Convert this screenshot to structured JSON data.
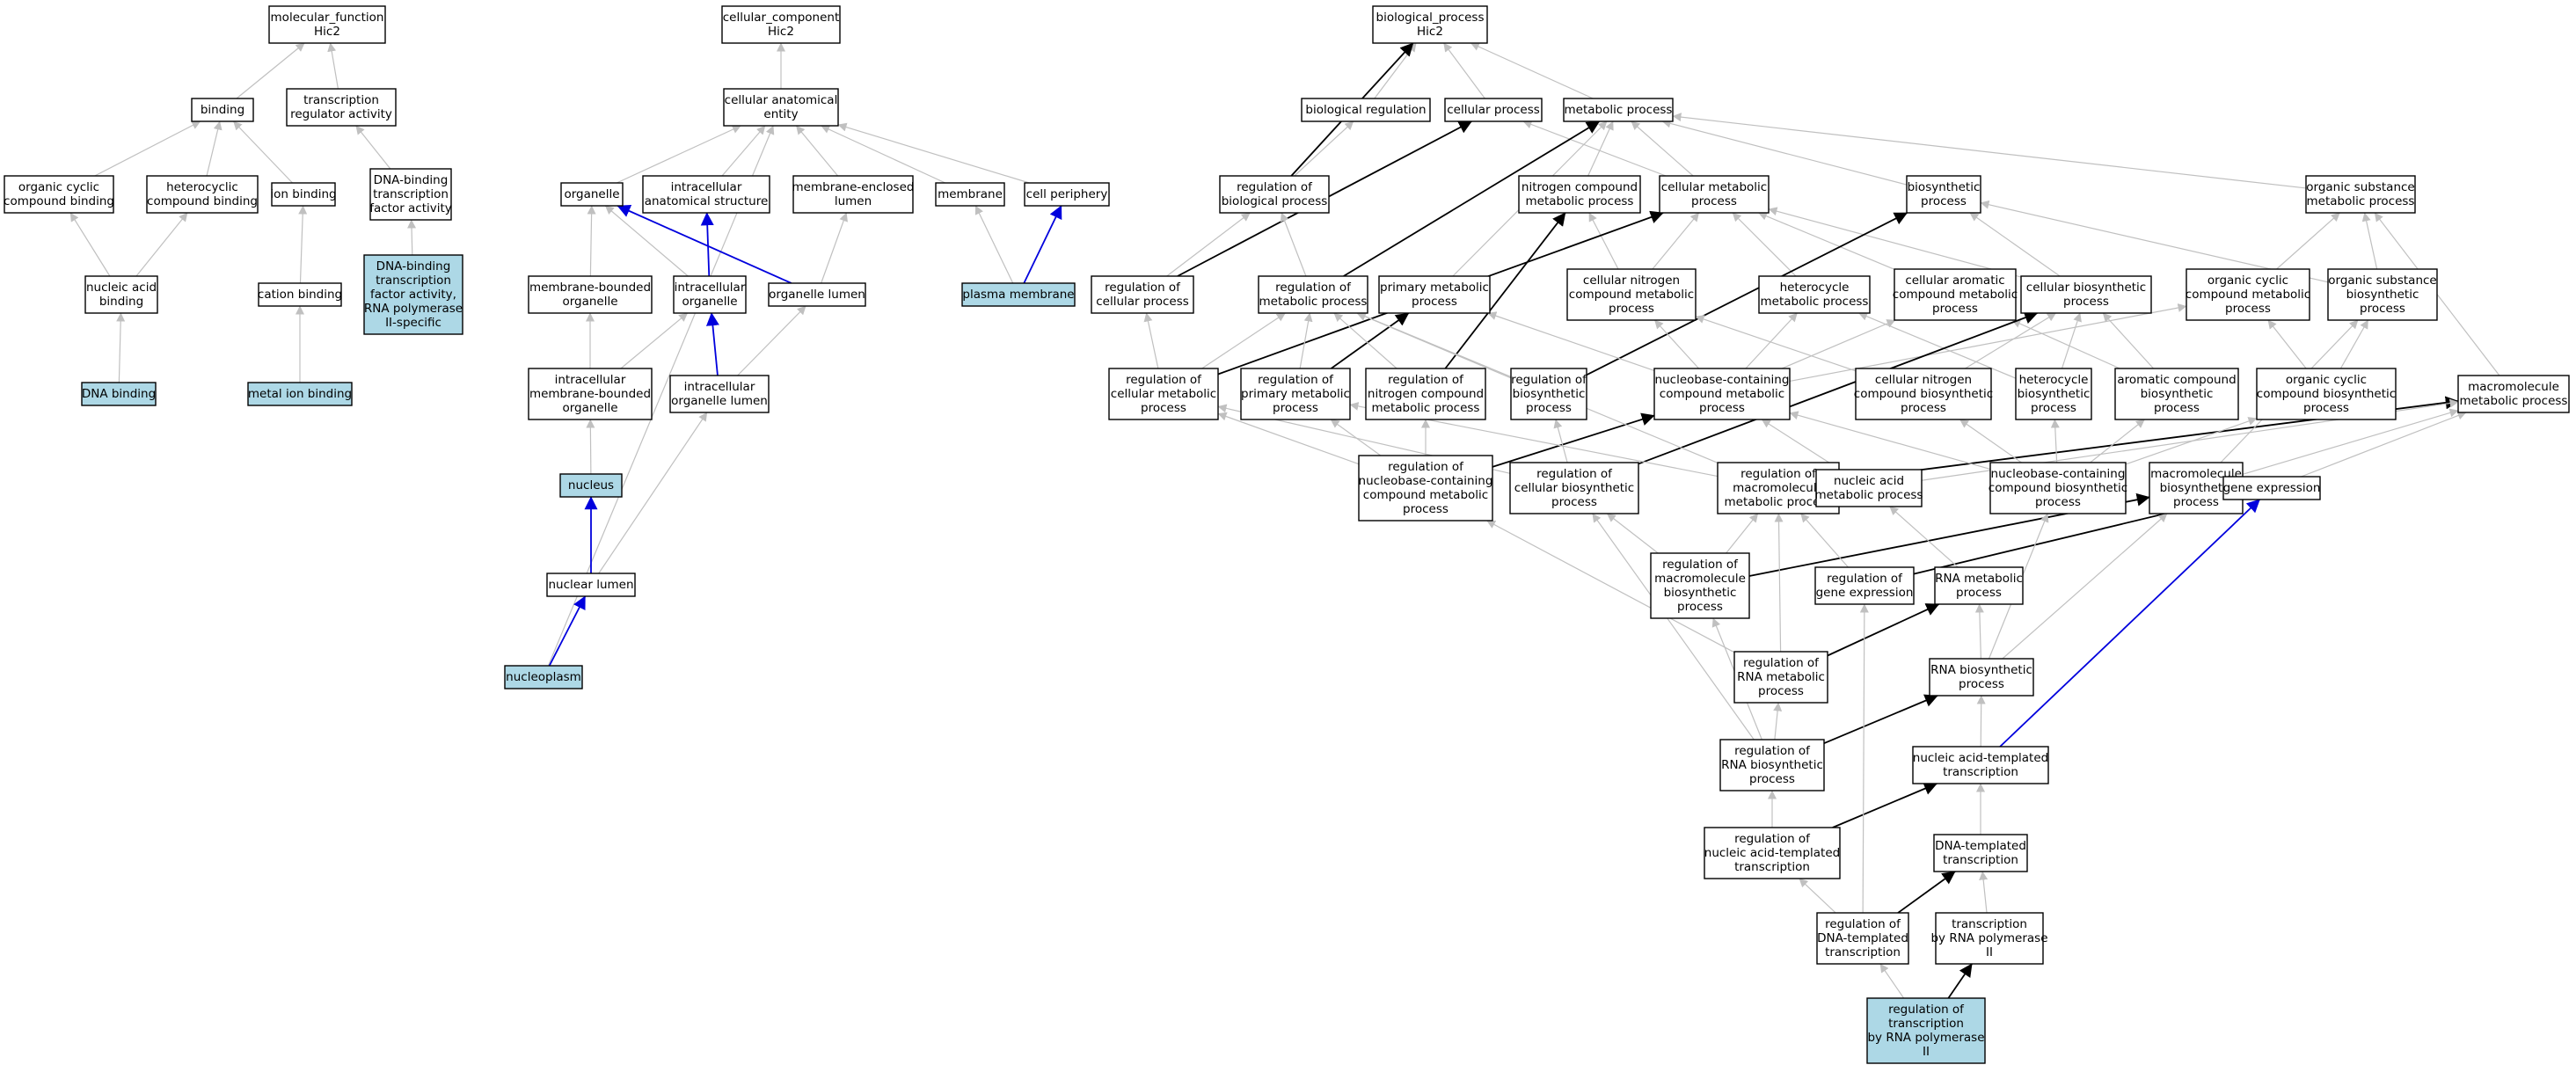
{
  "diagram": {
    "type": "gene-ontology-graph",
    "colors": {
      "highlight_fill": "#add8e6",
      "node_fill": "#ffffff",
      "node_stroke": "#000000",
      "edge_is_a": "#c0c0c0",
      "edge_regulates": "#000000",
      "edge_part_of": "#0000dd"
    },
    "nodes": [
      {
        "id": "mf",
        "lines": [
          "molecular_function",
          "Hic2"
        ],
        "hl": false
      },
      {
        "id": "tra",
        "lines": [
          "transcription",
          "regulator activity"
        ],
        "hl": false
      },
      {
        "id": "bind",
        "lines": [
          "binding"
        ],
        "hl": false
      },
      {
        "id": "occb",
        "lines": [
          "organic cyclic",
          "compound binding"
        ],
        "hl": false
      },
      {
        "id": "hccb",
        "lines": [
          "heterocyclic",
          "compound binding"
        ],
        "hl": false
      },
      {
        "id": "ionb",
        "lines": [
          "ion binding"
        ],
        "hl": false
      },
      {
        "id": "dbtfa",
        "lines": [
          "DNA-binding",
          "transcription",
          "factor activity"
        ],
        "hl": false
      },
      {
        "id": "nab",
        "lines": [
          "nucleic acid",
          "binding"
        ],
        "hl": false
      },
      {
        "id": "catb",
        "lines": [
          "cation binding"
        ],
        "hl": false
      },
      {
        "id": "dbtfa2",
        "lines": [
          "DNA-binding",
          "transcription",
          "factor activity,",
          "RNA polymerase",
          "II-specific"
        ],
        "hl": true
      },
      {
        "id": "dnab",
        "lines": [
          "DNA binding"
        ],
        "hl": true
      },
      {
        "id": "mib",
        "lines": [
          "metal ion binding"
        ],
        "hl": true
      },
      {
        "id": "cc",
        "lines": [
          "cellular_component",
          "Hic2"
        ],
        "hl": false
      },
      {
        "id": "cae",
        "lines": [
          "cellular anatomical",
          "entity"
        ],
        "hl": false
      },
      {
        "id": "org",
        "lines": [
          "organelle"
        ],
        "hl": false
      },
      {
        "id": "ias",
        "lines": [
          "intracellular",
          "anatomical structure"
        ],
        "hl": false
      },
      {
        "id": "mel",
        "lines": [
          "membrane-enclosed",
          "lumen"
        ],
        "hl": false
      },
      {
        "id": "mem",
        "lines": [
          "membrane"
        ],
        "hl": false
      },
      {
        "id": "cp",
        "lines": [
          "cell periphery"
        ],
        "hl": false
      },
      {
        "id": "mbo",
        "lines": [
          "membrane-bounded",
          "organelle"
        ],
        "hl": false
      },
      {
        "id": "io",
        "lines": [
          "intracellular",
          "organelle"
        ],
        "hl": false
      },
      {
        "id": "ol",
        "lines": [
          "organelle lumen"
        ],
        "hl": false
      },
      {
        "id": "pm",
        "lines": [
          "plasma membrane"
        ],
        "hl": true
      },
      {
        "id": "imbo",
        "lines": [
          "intracellular",
          "membrane-bounded",
          "organelle"
        ],
        "hl": false
      },
      {
        "id": "iol",
        "lines": [
          "intracellular",
          "organelle lumen"
        ],
        "hl": false
      },
      {
        "id": "nuc",
        "lines": [
          "nucleus"
        ],
        "hl": true
      },
      {
        "id": "nl",
        "lines": [
          "nuclear lumen"
        ],
        "hl": false
      },
      {
        "id": "np",
        "lines": [
          "nucleoplasm"
        ],
        "hl": true
      },
      {
        "id": "bp",
        "lines": [
          "biological_process",
          "Hic2"
        ],
        "hl": false
      },
      {
        "id": "breg",
        "lines": [
          "biological regulation"
        ],
        "hl": false
      },
      {
        "id": "cproc",
        "lines": [
          "cellular process"
        ],
        "hl": false
      },
      {
        "id": "mproc",
        "lines": [
          "metabolic process"
        ],
        "hl": false
      },
      {
        "id": "rbp",
        "lines": [
          "regulation of",
          "biological process"
        ],
        "hl": false
      },
      {
        "id": "ncmp",
        "lines": [
          "nitrogen compound",
          "metabolic process"
        ],
        "hl": false
      },
      {
        "id": "cmp",
        "lines": [
          "cellular metabolic",
          "process"
        ],
        "hl": false
      },
      {
        "id": "bsp",
        "lines": [
          "biosynthetic",
          "process"
        ],
        "hl": false
      },
      {
        "id": "osmp",
        "lines": [
          "organic substance",
          "metabolic process"
        ],
        "hl": false
      },
      {
        "id": "rcp",
        "lines": [
          "regulation of",
          "cellular process"
        ],
        "hl": false
      },
      {
        "id": "rmp",
        "lines": [
          "regulation of",
          "metabolic process"
        ],
        "hl": false
      },
      {
        "id": "pmp",
        "lines": [
          "primary metabolic",
          "process"
        ],
        "hl": false
      },
      {
        "id": "cncmp",
        "lines": [
          "cellular nitrogen",
          "compound metabolic",
          "process"
        ],
        "hl": false
      },
      {
        "id": "hcmp",
        "lines": [
          "heterocycle",
          "metabolic process"
        ],
        "hl": false
      },
      {
        "id": "cacmp",
        "lines": [
          "cellular aromatic",
          "compound metabolic",
          "process"
        ],
        "hl": false
      },
      {
        "id": "cbp",
        "lines": [
          "cellular biosynthetic",
          "process"
        ],
        "hl": false
      },
      {
        "id": "occmp",
        "lines": [
          "organic cyclic",
          "compound metabolic",
          "process"
        ],
        "hl": false
      },
      {
        "id": "osbp",
        "lines": [
          "organic substance",
          "biosynthetic",
          "process"
        ],
        "hl": false
      },
      {
        "id": "rcmp",
        "lines": [
          "regulation of",
          "cellular metabolic",
          "process"
        ],
        "hl": false
      },
      {
        "id": "rpmp",
        "lines": [
          "regulation of",
          "primary metabolic",
          "process"
        ],
        "hl": false
      },
      {
        "id": "rncmp",
        "lines": [
          "regulation of",
          "nitrogen compound",
          "metabolic process"
        ],
        "hl": false
      },
      {
        "id": "rbsp",
        "lines": [
          "regulation of",
          "biosynthetic",
          "process"
        ],
        "hl": false
      },
      {
        "id": "nbcmp",
        "lines": [
          "nucleobase-containing",
          "compound metabolic",
          "process"
        ],
        "hl": false
      },
      {
        "id": "cncbp",
        "lines": [
          "cellular nitrogen",
          "compound biosynthetic",
          "process"
        ],
        "hl": false
      },
      {
        "id": "hbp",
        "lines": [
          "heterocycle",
          "biosynthetic",
          "process"
        ],
        "hl": false
      },
      {
        "id": "acbp",
        "lines": [
          "aromatic compound",
          "biosynthetic",
          "process"
        ],
        "hl": false
      },
      {
        "id": "occbp",
        "lines": [
          "organic cyclic",
          "compound biosynthetic",
          "process"
        ],
        "hl": false
      },
      {
        "id": "mmp",
        "lines": [
          "macromolecule",
          "metabolic process"
        ],
        "hl": false
      },
      {
        "id": "rnbcmp",
        "lines": [
          "regulation of",
          "nucleobase-containing",
          "compound metabolic",
          "process"
        ],
        "hl": false
      },
      {
        "id": "rcbp",
        "lines": [
          "regulation of",
          "cellular biosynthetic",
          "process"
        ],
        "hl": false
      },
      {
        "id": "rmmp",
        "lines": [
          "regulation of",
          "macromolecule",
          "metabolic process"
        ],
        "hl": false
      },
      {
        "id": "namp",
        "lines": [
          "nucleic acid",
          "metabolic process"
        ],
        "hl": false
      },
      {
        "id": "nbcbp",
        "lines": [
          "nucleobase-containing",
          "compound biosynthetic",
          "process"
        ],
        "hl": false
      },
      {
        "id": "mbp",
        "lines": [
          "macromolecule",
          "biosynthetic",
          "process"
        ],
        "hl": false
      },
      {
        "id": "ge",
        "lines": [
          "gene expression"
        ],
        "hl": false
      },
      {
        "id": "rmbp",
        "lines": [
          "regulation of",
          "macromolecule",
          "biosynthetic",
          "process"
        ],
        "hl": false
      },
      {
        "id": "rge",
        "lines": [
          "regulation of",
          "gene expression"
        ],
        "hl": false
      },
      {
        "id": "rnamp",
        "lines": [
          "RNA metabolic",
          "process"
        ],
        "hl": false
      },
      {
        "id": "rrnamp",
        "lines": [
          "regulation of",
          "RNA metabolic",
          "process"
        ],
        "hl": false
      },
      {
        "id": "rnabp",
        "lines": [
          "RNA biosynthetic",
          "process"
        ],
        "hl": false
      },
      {
        "id": "rrnabp",
        "lines": [
          "regulation of",
          "RNA biosynthetic",
          "process"
        ],
        "hl": false
      },
      {
        "id": "natt",
        "lines": [
          "nucleic acid-templated",
          "transcription"
        ],
        "hl": false
      },
      {
        "id": "rnatt",
        "lines": [
          "regulation of",
          "nucleic acid-templated",
          "transcription"
        ],
        "hl": false
      },
      {
        "id": "dtt",
        "lines": [
          "DNA-templated",
          "transcription"
        ],
        "hl": false
      },
      {
        "id": "rdtt",
        "lines": [
          "regulation of",
          "DNA-templated",
          "transcription"
        ],
        "hl": false
      },
      {
        "id": "trp2",
        "lines": [
          "transcription",
          "by RNA polymerase",
          "II"
        ],
        "hl": false
      },
      {
        "id": "rtrp2",
        "lines": [
          "regulation of",
          "transcription",
          "by RNA polymerase",
          "II"
        ],
        "hl": true
      }
    ],
    "edges": [
      [
        "tra",
        "mf",
        "g"
      ],
      [
        "bind",
        "mf",
        "g"
      ],
      [
        "occb",
        "bind",
        "g"
      ],
      [
        "hccb",
        "bind",
        "g"
      ],
      [
        "ionb",
        "bind",
        "g"
      ],
      [
        "dbtfa",
        "tra",
        "g"
      ],
      [
        "nab",
        "occb",
        "g"
      ],
      [
        "nab",
        "hccb",
        "g"
      ],
      [
        "catb",
        "ionb",
        "g"
      ],
      [
        "dbtfa2",
        "dbtfa",
        "g"
      ],
      [
        "dnab",
        "nab",
        "g"
      ],
      [
        "mib",
        "catb",
        "g"
      ],
      [
        "cae",
        "cc",
        "g"
      ],
      [
        "org",
        "cae",
        "g"
      ],
      [
        "ias",
        "cae",
        "g"
      ],
      [
        "mel",
        "cae",
        "g"
      ],
      [
        "mem",
        "cae",
        "g"
      ],
      [
        "cp",
        "cae",
        "g"
      ],
      [
        "np",
        "cae",
        "g"
      ],
      [
        "mbo",
        "org",
        "g"
      ],
      [
        "io",
        "org",
        "g"
      ],
      [
        "io",
        "ias",
        "u"
      ],
      [
        "ol",
        "org",
        "u"
      ],
      [
        "ol",
        "mel",
        "g"
      ],
      [
        "pm",
        "mem",
        "g"
      ],
      [
        "pm",
        "cp",
        "u"
      ],
      [
        "imbo",
        "mbo",
        "g"
      ],
      [
        "imbo",
        "io",
        "g"
      ],
      [
        "iol",
        "io",
        "u"
      ],
      [
        "iol",
        "ol",
        "g"
      ],
      [
        "nuc",
        "imbo",
        "g"
      ],
      [
        "nl",
        "iol",
        "g"
      ],
      [
        "nl",
        "nuc",
        "u"
      ],
      [
        "np",
        "nl",
        "u"
      ],
      [
        "breg",
        "bp",
        "g"
      ],
      [
        "cproc",
        "bp",
        "g"
      ],
      [
        "mproc",
        "bp",
        "g"
      ],
      [
        "rbp",
        "breg",
        "g"
      ],
      [
        "rbp",
        "bp",
        "k"
      ],
      [
        "ncmp",
        "mproc",
        "g"
      ],
      [
        "cmp",
        "mproc",
        "g"
      ],
      [
        "cmp",
        "cproc",
        "g"
      ],
      [
        "bsp",
        "mproc",
        "g"
      ],
      [
        "osmp",
        "mproc",
        "g"
      ],
      [
        "rcp",
        "rbp",
        "g"
      ],
      [
        "rcp",
        "cproc",
        "k"
      ],
      [
        "rmp",
        "rbp",
        "g"
      ],
      [
        "rmp",
        "mproc",
        "k"
      ],
      [
        "pmp",
        "mproc",
        "g"
      ],
      [
        "cncmp",
        "ncmp",
        "g"
      ],
      [
        "cncmp",
        "cmp",
        "g"
      ],
      [
        "hcmp",
        "cmp",
        "g"
      ],
      [
        "cacmp",
        "cmp",
        "g"
      ],
      [
        "cbp",
        "cmp",
        "g"
      ],
      [
        "cbp",
        "bsp",
        "g"
      ],
      [
        "occmp",
        "osmp",
        "g"
      ],
      [
        "osbp",
        "osmp",
        "g"
      ],
      [
        "osbp",
        "bsp",
        "g"
      ],
      [
        "rcmp",
        "rcp",
        "g"
      ],
      [
        "rcmp",
        "rmp",
        "g"
      ],
      [
        "rcmp",
        "cmp",
        "k"
      ],
      [
        "rpmp",
        "rmp",
        "g"
      ],
      [
        "rpmp",
        "pmp",
        "k"
      ],
      [
        "rncmp",
        "rmp",
        "g"
      ],
      [
        "rncmp",
        "ncmp",
        "k"
      ],
      [
        "rbsp",
        "rmp",
        "g"
      ],
      [
        "rbsp",
        "bsp",
        "k"
      ],
      [
        "nbcmp",
        "pmp",
        "g"
      ],
      [
        "nbcmp",
        "cncmp",
        "g"
      ],
      [
        "nbcmp",
        "hcmp",
        "g"
      ],
      [
        "nbcmp",
        "cacmp",
        "g"
      ],
      [
        "nbcmp",
        "occmp",
        "g"
      ],
      [
        "cncbp",
        "cncmp",
        "g"
      ],
      [
        "cncbp",
        "cbp",
        "g"
      ],
      [
        "hbp",
        "hcmp",
        "g"
      ],
      [
        "hbp",
        "cbp",
        "g"
      ],
      [
        "acbp",
        "cacmp",
        "g"
      ],
      [
        "acbp",
        "cbp",
        "g"
      ],
      [
        "occbp",
        "occmp",
        "g"
      ],
      [
        "occbp",
        "osbp",
        "g"
      ],
      [
        "mmp",
        "osmp",
        "g"
      ],
      [
        "rnbcmp",
        "rcmp",
        "g"
      ],
      [
        "rnbcmp",
        "rpmp",
        "g"
      ],
      [
        "rnbcmp",
        "rncmp",
        "g"
      ],
      [
        "rnbcmp",
        "nbcmp",
        "k"
      ],
      [
        "rcbp",
        "rbsp",
        "g"
      ],
      [
        "rcbp",
        "rcmp",
        "g"
      ],
      [
        "rcbp",
        "cbp",
        "k"
      ],
      [
        "rmmp",
        "rpmp",
        "g"
      ],
      [
        "rmmp",
        "rmp",
        "g"
      ],
      [
        "rmmp",
        "mmp",
        "k"
      ],
      [
        "namp",
        "nbcmp",
        "g"
      ],
      [
        "namp",
        "mmp",
        "g"
      ],
      [
        "nbcbp",
        "nbcmp",
        "g"
      ],
      [
        "nbcbp",
        "cncbp",
        "g"
      ],
      [
        "nbcbp",
        "hbp",
        "g"
      ],
      [
        "nbcbp",
        "acbp",
        "g"
      ],
      [
        "nbcbp",
        "occbp",
        "g"
      ],
      [
        "mbp",
        "mmp",
        "g"
      ],
      [
        "mbp",
        "osbp",
        "g"
      ],
      [
        "ge",
        "mmp",
        "g"
      ],
      [
        "rmbp",
        "rmmp",
        "g"
      ],
      [
        "rmbp",
        "rcbp",
        "g"
      ],
      [
        "rmbp",
        "mbp",
        "k"
      ],
      [
        "rge",
        "rmmp",
        "g"
      ],
      [
        "rge",
        "ge",
        "k"
      ],
      [
        "rnamp",
        "namp",
        "g"
      ],
      [
        "rrnamp",
        "rmmp",
        "g"
      ],
      [
        "rrnamp",
        "rnbcmp",
        "g"
      ],
      [
        "rrnamp",
        "rnamp",
        "k"
      ],
      [
        "rnabp",
        "rnamp",
        "g"
      ],
      [
        "rnabp",
        "nbcbp",
        "g"
      ],
      [
        "rnabp",
        "mbp",
        "g"
      ],
      [
        "rrnabp",
        "rrnamp",
        "g"
      ],
      [
        "rrnabp",
        "rmbp",
        "g"
      ],
      [
        "rrnabp",
        "rcbp",
        "g"
      ],
      [
        "rrnabp",
        "rnabp",
        "k"
      ],
      [
        "natt",
        "rnabp",
        "g"
      ],
      [
        "natt",
        "ge",
        "u"
      ],
      [
        "rnatt",
        "rrnabp",
        "g"
      ],
      [
        "rnatt",
        "natt",
        "k"
      ],
      [
        "dtt",
        "natt",
        "g"
      ],
      [
        "rdtt",
        "rnatt",
        "g"
      ],
      [
        "rdtt",
        "rge",
        "g"
      ],
      [
        "rdtt",
        "dtt",
        "k"
      ],
      [
        "trp2",
        "dtt",
        "g"
      ],
      [
        "rtrp2",
        "rdtt",
        "g"
      ],
      [
        "rtrp2",
        "trp2",
        "k"
      ]
    ]
  }
}
